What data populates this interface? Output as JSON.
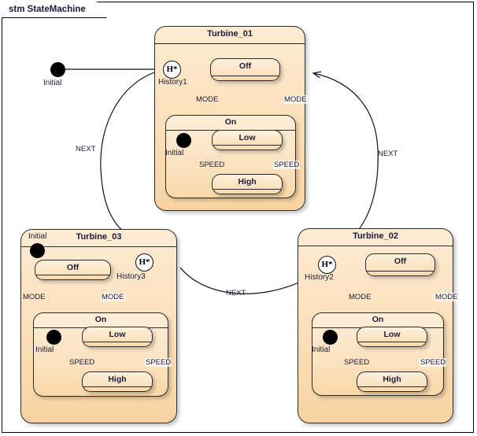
{
  "diagram": {
    "frame_label": "stm StateMachine",
    "type": "uml-state-machine",
    "colors": {
      "composite_fill": "#fbdfb9",
      "region_fill": "#fbe2bf",
      "state_fill": "#fbe3c2",
      "border": "#2b2b2b",
      "text": "#1c1c3c",
      "background": "#ffffff",
      "initial_fill": "#000000",
      "history_fill": "#ffffff"
    }
  },
  "top_initial": {
    "label": "Initial"
  },
  "turbine_01": {
    "title": "Turbine_01",
    "history": {
      "glyph": "H*",
      "label": "History1"
    },
    "off_state": {
      "label": "Off"
    },
    "mode_left": "MODE",
    "mode_right": "MODE",
    "on_region": {
      "title": "On",
      "initial_label": "Initial",
      "low_state": {
        "label": "Low"
      },
      "high_state": {
        "label": "High"
      },
      "speed_left": "SPEED",
      "speed_right": "SPEED"
    }
  },
  "turbine_02": {
    "title": "Turbine_02",
    "history": {
      "glyph": "H*",
      "label": "History2"
    },
    "off_state": {
      "label": "Off"
    },
    "mode_left": "MODE",
    "mode_right": "MODE",
    "on_region": {
      "title": "On",
      "initial_label": "Initial",
      "low_state": {
        "label": "Low"
      },
      "high_state": {
        "label": "High"
      },
      "speed_left": "SPEED",
      "speed_right": "SPEED"
    }
  },
  "turbine_03": {
    "title": "Turbine_03",
    "initial_label": "Initial",
    "history": {
      "glyph": "H*",
      "label": "History3"
    },
    "off_state": {
      "label": "Off"
    },
    "mode_left": "MODE",
    "mode_right": "MODE",
    "on_region": {
      "title": "On",
      "initial_label": "Initial",
      "low_state": {
        "label": "Low"
      },
      "high_state": {
        "label": "High"
      },
      "speed_left": "SPEED",
      "speed_right": "SPEED"
    }
  },
  "transitions": {
    "next_left": "NEXT",
    "next_right": "NEXT",
    "next_bottom": "NEXT"
  }
}
